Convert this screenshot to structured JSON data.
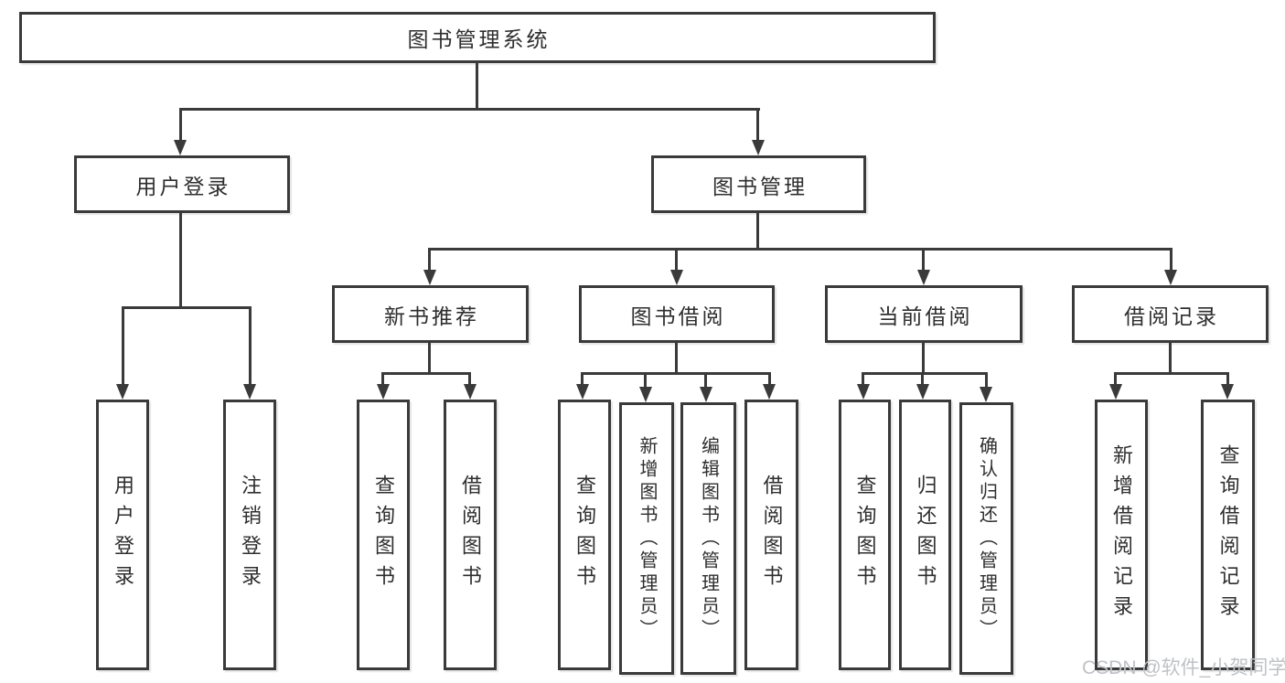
{
  "colors": {
    "line": "#3a3a3a",
    "text": "#2e2e2e",
    "background": "#ffffff",
    "watermark": "#bfc2c6"
  },
  "watermark": {
    "text": "CSDN @软件_小贺同学"
  },
  "tree": {
    "root": {
      "label": "图书管理系统",
      "children": [
        {
          "label": "用户登录",
          "children": [
            {
              "label": "用户登录"
            },
            {
              "label": "注销登录"
            }
          ]
        },
        {
          "label": "图书管理",
          "children": [
            {
              "label": "新书推荐",
              "children": [
                {
                  "label": "查询图书"
                },
                {
                  "label": "借阅图书"
                }
              ]
            },
            {
              "label": "图书借阅",
              "children": [
                {
                  "label": "查询图书"
                },
                {
                  "label": "新增图书（管理员）"
                },
                {
                  "label": "编辑图书（管理员）"
                },
                {
                  "label": "借阅图书"
                }
              ]
            },
            {
              "label": "当前借阅",
              "children": [
                {
                  "label": "查询图书"
                },
                {
                  "label": "归还图书"
                },
                {
                  "label": "确认归还（管理员）"
                }
              ]
            },
            {
              "label": "借阅记录",
              "children": [
                {
                  "label": "新增借阅记录"
                },
                {
                  "label": "查询借阅记录"
                }
              ]
            }
          ]
        }
      ]
    }
  }
}
